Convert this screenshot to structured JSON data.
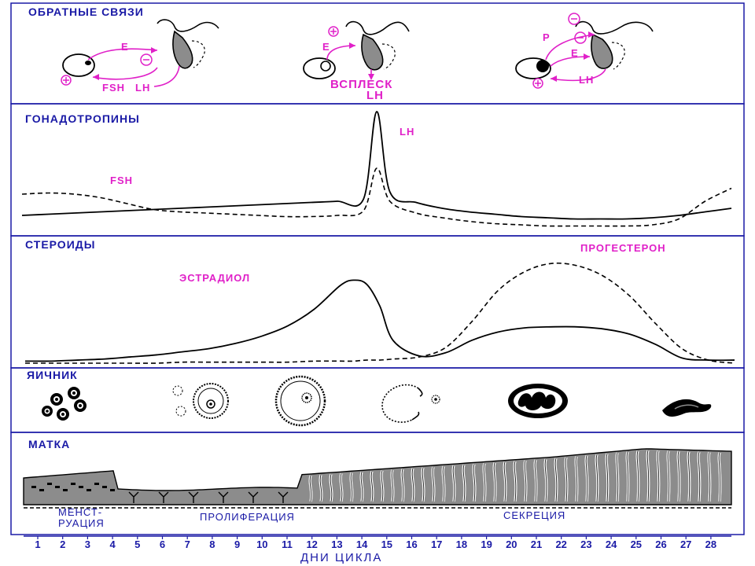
{
  "panels": {
    "feedback": {
      "title": "ОБРАТНЫЕ СВЯЗИ"
    },
    "gonadotropins": {
      "title": "ГОНАДОТРОПИНЫ"
    },
    "steroids": {
      "title": "СТЕРОИДЫ"
    },
    "ovary": {
      "title": "ЯИЧНИК"
    },
    "uterus": {
      "title": "МАТКА"
    }
  },
  "feedback_labels": {
    "e1": "E",
    "fsh": "FSH",
    "lh1": "LH",
    "e2": "E",
    "surge_line1": "ВСПЛЕСК",
    "surge_line2": "LH",
    "p3": "P",
    "e3": "E",
    "lh3": "LH"
  },
  "hormone_labels": {
    "lh": "LH",
    "fsh": "FSH",
    "estradiol": "ЭСТРАДИОЛ",
    "progesterone": "ПРОГЕСТЕРОН"
  },
  "phases": {
    "menstruation_line1": "МЕНСТ-",
    "menstruation_line2": "РУАЦИЯ",
    "proliferation": "ПРОЛИФЕРАЦИЯ",
    "secretion": "СЕКРЕЦИЯ"
  },
  "axis": {
    "label": "ДНИ ЦИКЛА",
    "days": [
      "1",
      "2",
      "3",
      "4",
      "5",
      "6",
      "7",
      "8",
      "9",
      "10",
      "11",
      "12",
      "13",
      "14",
      "15",
      "16",
      "17",
      "18",
      "19",
      "20",
      "21",
      "22",
      "23",
      "24",
      "25",
      "26",
      "27",
      "28"
    ]
  },
  "colors": {
    "frame": "#1a1aa6",
    "accent": "#e020c8",
    "ink": "#000000",
    "shade": "#8c8c8c"
  },
  "chart_data": [
    {
      "type": "line",
      "panel": "ГОНАДОТРОПИНЫ",
      "x": [
        1,
        2,
        3,
        4,
        5,
        6,
        7,
        8,
        9,
        10,
        11,
        12,
        13,
        14,
        14.5,
        15,
        16,
        17,
        18,
        19,
        20,
        21,
        22,
        23,
        24,
        25,
        26,
        27,
        28
      ],
      "series": [
        {
          "name": "LH",
          "style": "solid",
          "values": [
            12,
            13,
            14,
            15,
            16,
            17,
            18,
            19,
            20,
            21,
            22,
            23,
            24,
            26,
            100,
            32,
            23,
            18,
            15,
            13,
            11,
            10,
            9,
            9,
            9,
            10,
            12,
            15,
            18
          ]
        },
        {
          "name": "FSH",
          "style": "dashed",
          "values": [
            30,
            31,
            30,
            27,
            22,
            17,
            15,
            14,
            13,
            12,
            11,
            11,
            12,
            16,
            52,
            24,
            14,
            10,
            7,
            5,
            4,
            3,
            3,
            3,
            3,
            4,
            9,
            24,
            35
          ]
        }
      ]
    },
    {
      "type": "line",
      "panel": "СТЕРОИДЫ",
      "x": [
        1,
        2,
        3,
        4,
        5,
        6,
        7,
        8,
        9,
        10,
        11,
        12,
        13,
        13.5,
        14,
        14.5,
        15,
        16,
        17,
        18,
        19,
        20,
        21,
        22,
        23,
        24,
        25,
        26,
        27,
        28
      ],
      "series": [
        {
          "name": "ЭСТРАДИОЛ",
          "style": "solid",
          "values": [
            2,
            2,
            3,
            4,
            6,
            8,
            11,
            14,
            19,
            26,
            36,
            52,
            75,
            80,
            76,
            55,
            22,
            7,
            10,
            22,
            30,
            34,
            35,
            35,
            33,
            28,
            18,
            5,
            3,
            3
          ]
        },
        {
          "name": "ПРОГЕСТЕРОН",
          "style": "dashed",
          "values": [
            0,
            0,
            0,
            0,
            0,
            0,
            1,
            1,
            1,
            1,
            1,
            2,
            2,
            2,
            3,
            3,
            4,
            6,
            15,
            40,
            70,
            88,
            96,
            94,
            84,
            65,
            38,
            14,
            3,
            0
          ]
        }
      ]
    }
  ]
}
